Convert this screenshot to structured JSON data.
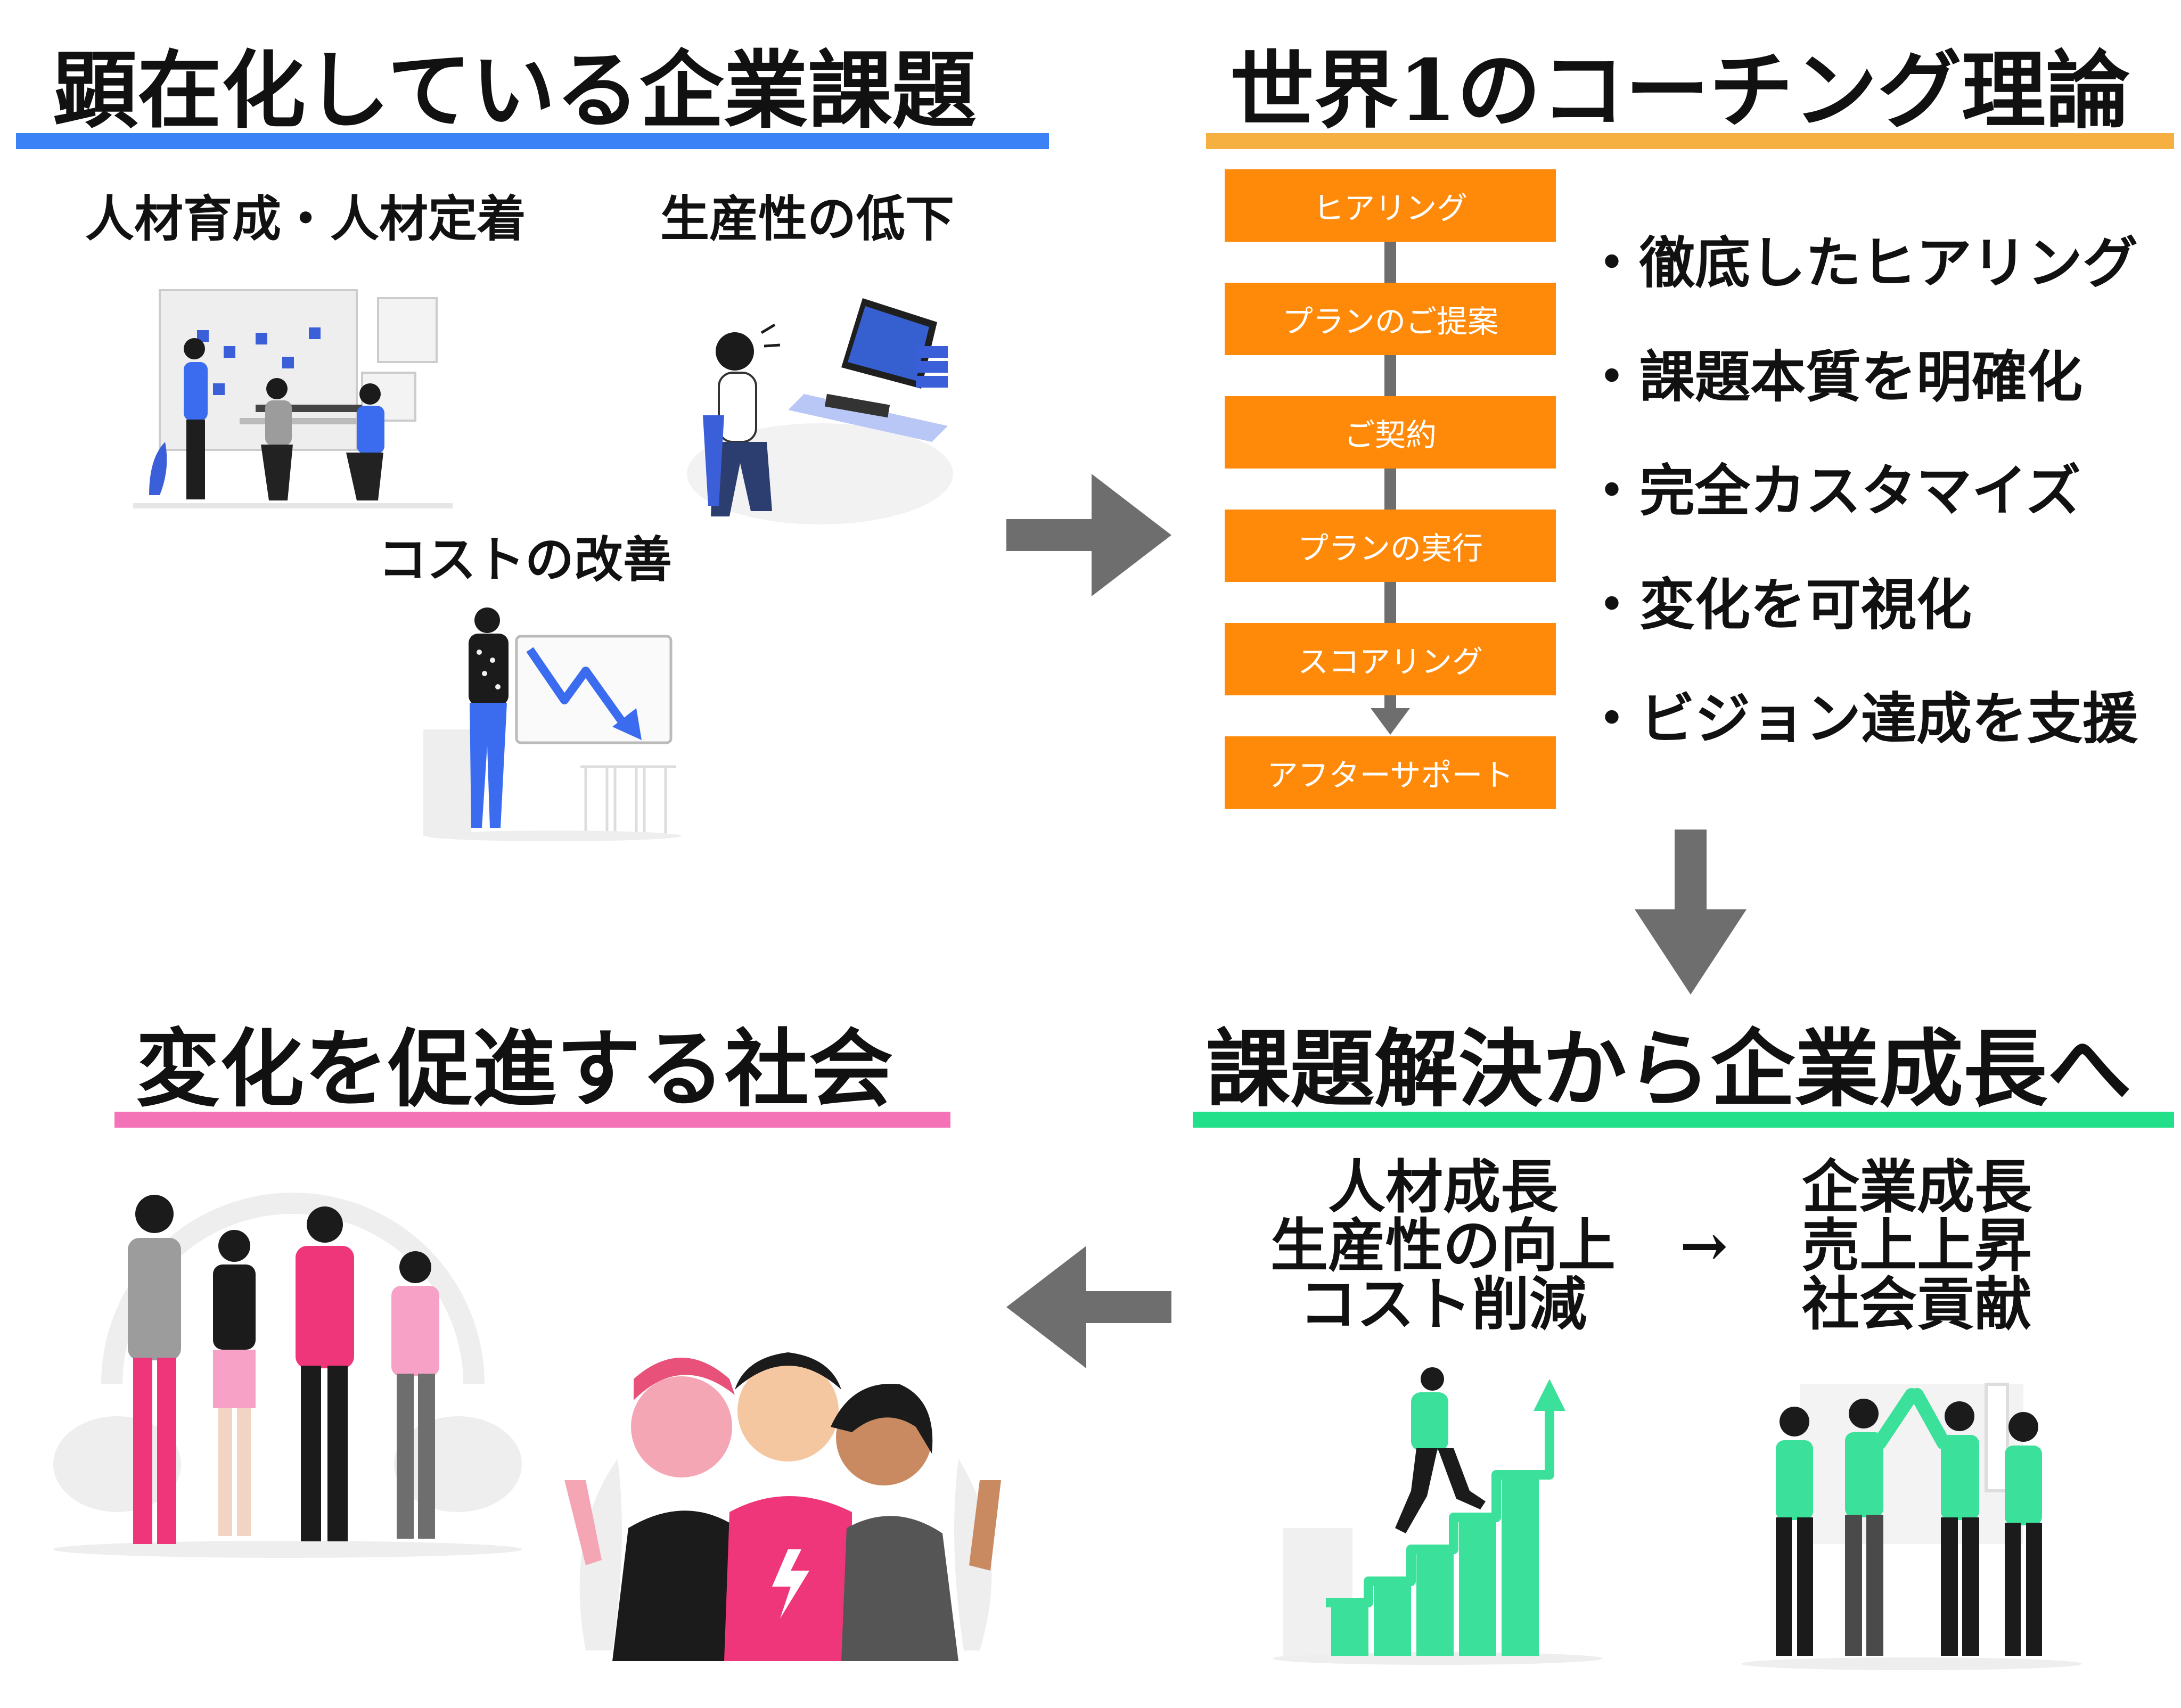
{
  "sections": {
    "issues": {
      "title": "顕在化している企業課題",
      "items": [
        "人材育成・人材定着",
        "生産性の低下",
        "コストの改善"
      ],
      "underline_color": "#3b82f6"
    },
    "theory": {
      "title": "世界1のコーチング理論",
      "steps": [
        "ヒアリング",
        "プランのご提案",
        "ご契約",
        "プランの実行",
        "スコアリング",
        "アフターサポート"
      ],
      "bullets": [
        "・徹底したヒアリング",
        "・課題本質を明確化",
        "・完全カスタマイズ",
        "・変化を可視化",
        "・ビジョン達成を支援"
      ],
      "underline_color": "#f5b041",
      "step_color": "#ff8a0a"
    },
    "society": {
      "title": "変化を促進する社会",
      "underline_color": "#f472b6"
    },
    "growth": {
      "title": "課題解決から企業成長へ",
      "left": [
        "人材成長",
        "生産性の向上",
        "コスト削減"
      ],
      "arrow": "→",
      "right": [
        "企業成長",
        "売上上昇",
        "社会貢献"
      ],
      "underline_color": "#22e08a"
    }
  },
  "icons": [
    "team-meeting-illustration",
    "stressed-worker-illustration",
    "cost-down-chart-illustration",
    "stair-climber-illustration",
    "high-five-team-illustration",
    "friends-group-illustration",
    "hugging-friends-illustration",
    "arrow-right-icon",
    "arrow-down-icon",
    "arrow-left-icon"
  ]
}
